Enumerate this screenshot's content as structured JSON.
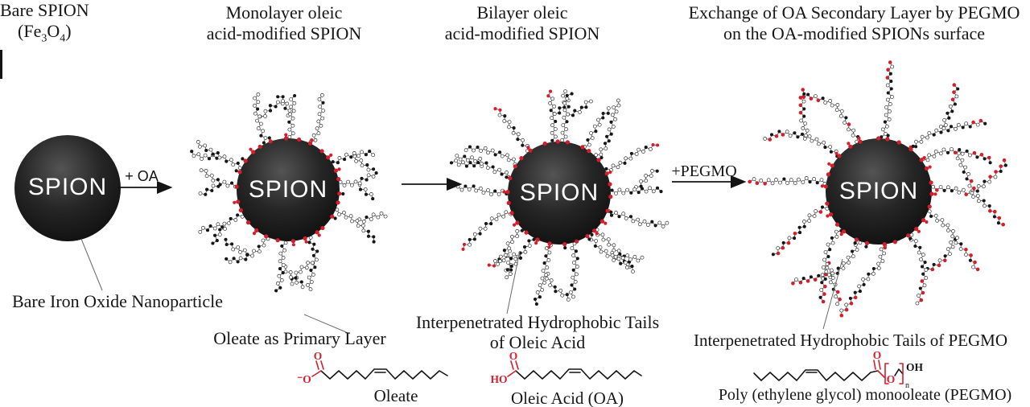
{
  "colors": {
    "red": "#d41e2a",
    "sphere_dark": "#0c0c0c",
    "sphere_mid": "#262626",
    "sphere_light": "#525252",
    "text": "#161616"
  },
  "panels": [
    {
      "header_line1": "Bare SPION",
      "formula": {
        "open": "(Fe",
        "sub1": "3",
        "mid": "O",
        "sub2": "4",
        "close": ")"
      },
      "sphere_label": "SPION",
      "callout": "Bare Iron Oxide Nanoparticle"
    },
    {
      "header_line1": "Monolayer oleic",
      "header_line2": "acid-modified SPION",
      "sphere_label": "SPION",
      "callout": "Oleate as Primary Layer",
      "molecule": {
        "name": "Oleate",
        "atom_o_top": "O",
        "atom_o_left": "⁻O"
      }
    },
    {
      "header_line1": "Bilayer oleic",
      "header_line2": "acid-modified SPION",
      "sphere_label": "SPION",
      "callout_line1": "Interpenetrated Hydrophobic Tails",
      "callout_line2": "of Oleic Acid",
      "molecule": {
        "name": "Oleic Acid (OA)",
        "atom_o_top": "O",
        "atom_ho": "HO"
      }
    },
    {
      "header_line1": "Exchange of OA Secondary Layer by PEGMO",
      "header_line2": "on the  OA-modified SPIONs surface",
      "sphere_label": "SPION",
      "callout": "Interpenetrated Hydrophobic Tails of PEGMO",
      "molecule": {
        "name": "Poly (ethylene glycol) monooleate (PEGMO)",
        "atom_o_top": "O",
        "atom_o_bracket": "O",
        "atom_oh": "OH",
        "sub_n": "n"
      }
    }
  ],
  "arrows": [
    {
      "label": "+ OA"
    },
    {
      "label": ""
    },
    {
      "label": "+PEGMO"
    }
  ]
}
